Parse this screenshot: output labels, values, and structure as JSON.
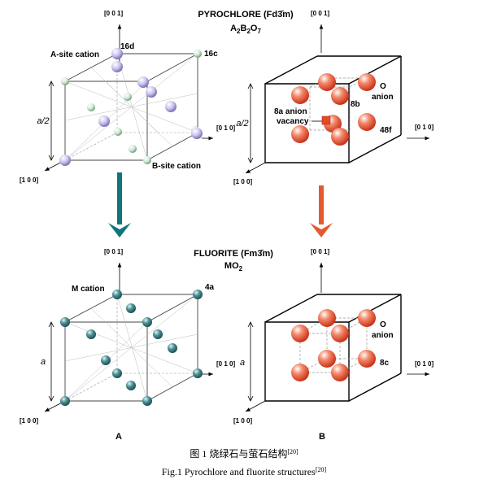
{
  "pyrochlore": {
    "title": "PYROCHLORE (Fd3̄m)",
    "formula_main": "A",
    "formula_sub1": "2",
    "formula_mid": "B",
    "formula_sub2": "2",
    "formula_o": "O",
    "formula_sub3": "7"
  },
  "fluorite": {
    "title": "FLUORITE (Fm3̄m)",
    "formula_main": "MO",
    "formula_sub": "2"
  },
  "axes": {
    "z": "[0 0 1]",
    "y": "[0 1 0]",
    "x": "[1 0 0]"
  },
  "cell_a": {
    "pyro_edge": "a/2",
    "fluor_edge": "a",
    "a_site": "A-site cation",
    "b_site": "B-site cation",
    "site_16d": "16d",
    "site_16c": "16c",
    "m_cation": "M cation",
    "site_4a": "4a",
    "panel_label": "A"
  },
  "cell_b": {
    "o_anion_1": "O",
    "o_anion_2": "anion",
    "site_8b": "8b",
    "vacancy_1": "8a anion",
    "vacancy_2": "vacancy",
    "site_48f": "48f",
    "site_8c": "8c",
    "panel_label": "B"
  },
  "caption": {
    "cn": "图 1  烧绿石与萤石结构",
    "cn_ref": "[20]",
    "en": "Fig.1 Pyrochlore and fluorite structures",
    "en_ref": "[20]"
  },
  "colors": {
    "a_cation": "#c9c4ee",
    "b_cation": "#cfe9d6",
    "m_cation": "#4e9498",
    "o_anion": "#ef5a3a",
    "arrow_teal": "#12757a",
    "arrow_orange": "#e5592f",
    "vacancy": "#e24a27"
  }
}
